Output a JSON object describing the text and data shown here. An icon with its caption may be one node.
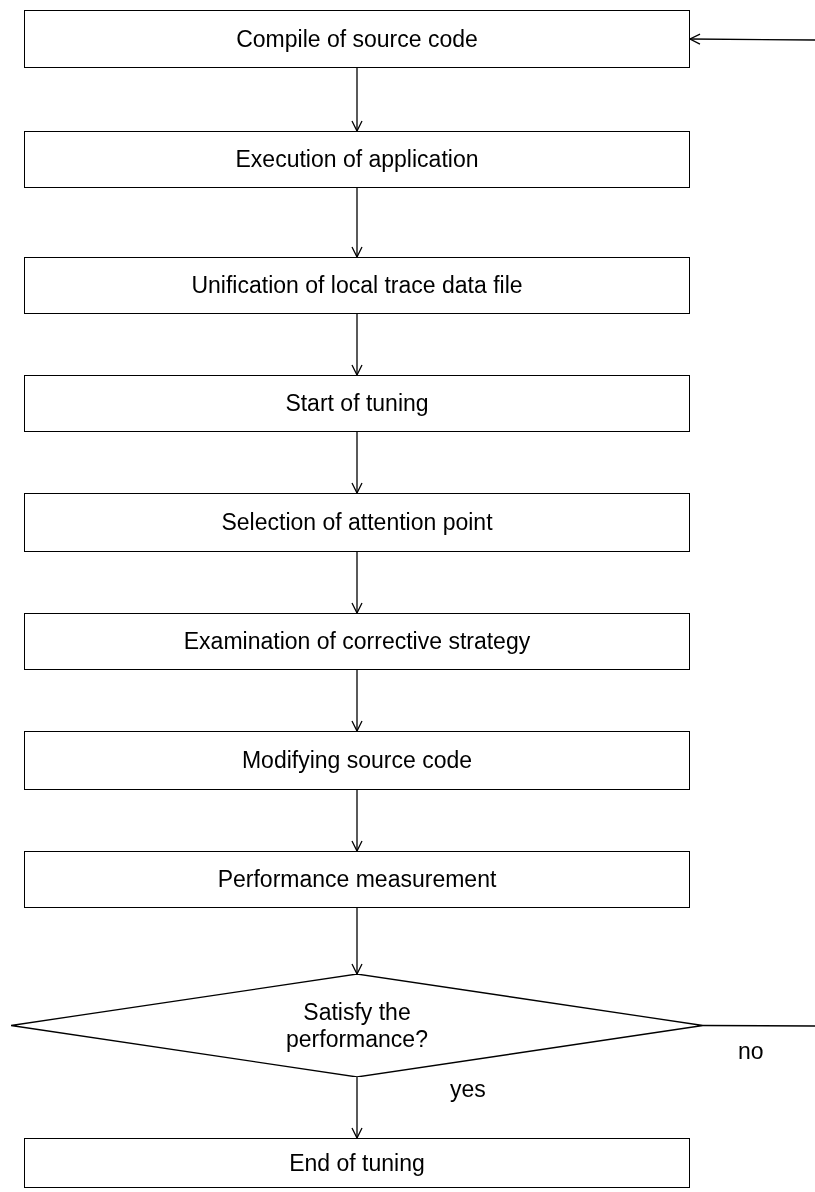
{
  "diagram": {
    "nodes": [
      {
        "text": [
          "Compile of source code"
        ]
      },
      {
        "text": [
          "Execution of application"
        ]
      },
      {
        "text": [
          "Unification of local trace data file"
        ]
      },
      {
        "text": [
          "Start of tuning"
        ]
      },
      {
        "text": [
          "Selection of attention point"
        ]
      },
      {
        "text": [
          "Examination of corrective strategy"
        ]
      },
      {
        "text": [
          "Modifying source code"
        ]
      },
      {
        "text": [
          "Performance measurement"
        ]
      },
      {
        "text": [
          "Satisfy the performance?"
        ]
      },
      {
        "text": [
          "End of tuning"
        ]
      }
    ],
    "edges": [
      {
        "from": 0,
        "to": 1,
        "arrow": "to"
      },
      {
        "from": 1,
        "to": 2,
        "arrow": "to"
      },
      {
        "from": 2,
        "to": 3,
        "arrow": "to"
      },
      {
        "from": 3,
        "to": 4,
        "arrow": "to"
      },
      {
        "from": 4,
        "to": 5,
        "arrow": "to"
      },
      {
        "from": 5,
        "to": 6,
        "arrow": "to"
      },
      {
        "from": 6,
        "to": 7,
        "arrow": "to"
      },
      {
        "from": 7,
        "to": 8,
        "arrow": "to"
      },
      {
        "from": 8,
        "to": 9,
        "arrow": "to",
        "label": "yes"
      },
      {
        "from": 8,
        "to": null,
        "arrow": "none",
        "label": "no"
      },
      {
        "from": null,
        "to": 0,
        "arrow": "to"
      }
    ]
  }
}
